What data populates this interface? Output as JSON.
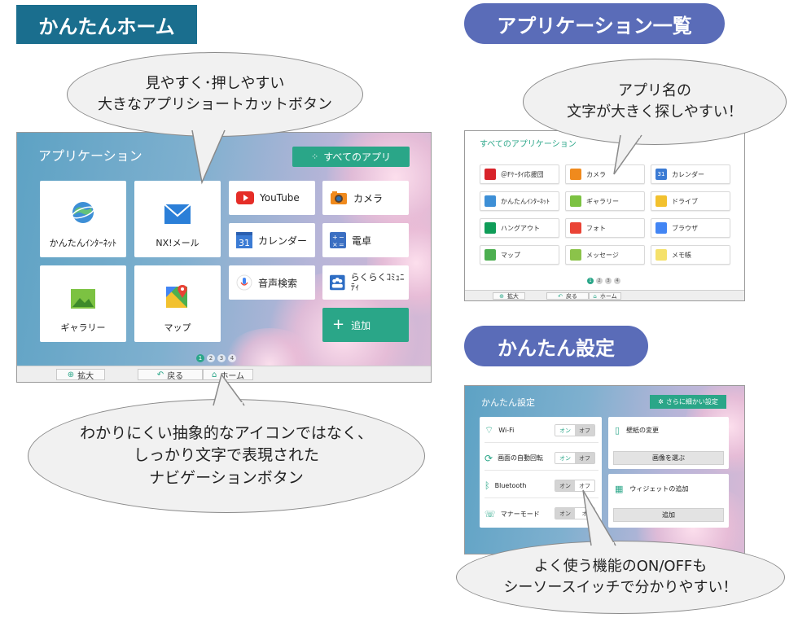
{
  "badges": {
    "home": "かんたんホーム",
    "app_list": "アプリケーション一覧",
    "settings": "かんたん設定"
  },
  "callouts": {
    "home_top": [
      "見やすく･押しやすい",
      "大きなアプリショートカットボタン"
    ],
    "home_bottom": [
      "わかりにくい抽象的なアイコンではなく、",
      "しっかり文字で表現された",
      "ナビゲーションボタン"
    ],
    "app_list": [
      "アプリ名の",
      "文字が大きく探しやすい！"
    ],
    "settings": [
      "よく使う機能のON/OFFも",
      "シーソースイッチで分かりやすい！"
    ]
  },
  "home_screen": {
    "title": "アプリケーション",
    "all_apps_button": "すべてのアプリ",
    "big_tiles": [
      {
        "label": "かんたんｲﾝﾀｰﾈｯﾄ",
        "icon": "globe-icon"
      },
      {
        "label": "NX!メール",
        "icon": "mail-icon"
      },
      {
        "label": "ギャラリー",
        "icon": "gallery-icon"
      },
      {
        "label": "マップ",
        "icon": "maps-icon"
      }
    ],
    "small_tiles": [
      {
        "label": "YouTube",
        "icon": "youtube-icon"
      },
      {
        "label": "カメラ",
        "icon": "camera-icon"
      },
      {
        "label": "カレンダー",
        "icon": "calendar-icon",
        "badge": "31"
      },
      {
        "label": "電卓",
        "icon": "calculator-icon"
      },
      {
        "label": "音声検索",
        "icon": "microphone-icon"
      },
      {
        "label": "らくらくｺﾐｭﾆﾃｨ",
        "icon": "community-icon"
      }
    ],
    "add_button": "追加",
    "pager": [
      "1",
      "2",
      "3",
      "4"
    ],
    "nav": {
      "zoom": "拡大",
      "back": "戻る",
      "home": "ホーム"
    }
  },
  "app_list_screen": {
    "title": "すべてのアプリケーション",
    "apps": [
      {
        "label": "＠Fｹｰﾀｲ応援団",
        "icon": "fketai-icon"
      },
      {
        "label": "カメラ",
        "icon": "camera-icon"
      },
      {
        "label": "カレンダー",
        "icon": "calendar-icon",
        "badge": "31"
      },
      {
        "label": "かんたんｲﾝﾀｰﾈｯﾄ",
        "icon": "globe-icon"
      },
      {
        "label": "ギャラリー",
        "icon": "gallery-icon"
      },
      {
        "label": "ドライブ",
        "icon": "drive-icon"
      },
      {
        "label": "ハングアウト",
        "icon": "hangouts-icon"
      },
      {
        "label": "フォト",
        "icon": "photos-icon"
      },
      {
        "label": "ブラウザ",
        "icon": "browser-icon"
      },
      {
        "label": "マップ",
        "icon": "maps-icon"
      },
      {
        "label": "メッセージ",
        "icon": "message-icon"
      },
      {
        "label": "メモ帳",
        "icon": "notepad-icon"
      }
    ],
    "pager": [
      "1",
      "2",
      "3",
      "4"
    ],
    "nav": {
      "zoom": "拡大",
      "back": "戻る",
      "home": "ホーム"
    }
  },
  "settings_screen": {
    "title": "かんたん設定",
    "more_button": "さらに細かい設定",
    "toggles": [
      {
        "label": "Wi-Fi",
        "icon": "wifi-icon",
        "on": "オン",
        "off": "オフ",
        "state": "on"
      },
      {
        "label": "画面の自動回転",
        "icon": "rotate-icon",
        "on": "オン",
        "off": "オフ",
        "state": "on"
      },
      {
        "label": "Bluetooth",
        "icon": "bluetooth-icon",
        "on": "オン",
        "off": "オフ",
        "state": "off"
      },
      {
        "label": "マナーモード",
        "icon": "manner-mode-icon",
        "on": "オン",
        "off": "オ",
        "state": "off"
      }
    ],
    "wallpaper": {
      "title": "壁紙の変更",
      "button": "画像を選ぶ"
    },
    "widget": {
      "title": "ウィジェットの追加",
      "button": "追加"
    }
  },
  "colors": {
    "accent_green": "#2aa688",
    "badge_teal": "#1a6e8e",
    "badge_indigo": "#5a6cb8"
  }
}
